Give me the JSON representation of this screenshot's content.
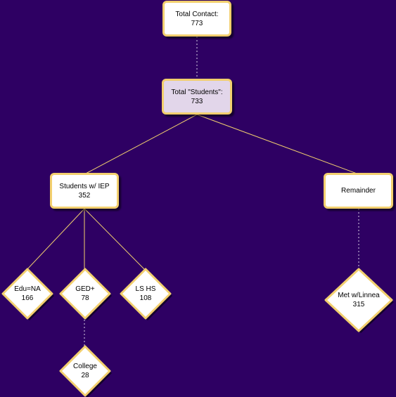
{
  "colors": {
    "background": "#2e0063",
    "node_border": "#f2cf6e",
    "node_fill": "#ffffff",
    "highlight_fill": "#e2d6ea",
    "edge": "#f2cf6e",
    "dotted_edge": "#d9d0e6"
  },
  "nodes": {
    "total_contact": {
      "label": "Total Contact:",
      "value": "773"
    },
    "total_students": {
      "label": "Total \"Students\":",
      "value": "733"
    },
    "students_iep": {
      "label": "Students w/ IEP",
      "value": "352"
    },
    "remainder": {
      "label": "Remainder"
    },
    "edu_na": {
      "label": "Edu=NA",
      "value": "166"
    },
    "ged_plus": {
      "label": "GED+",
      "value": "78"
    },
    "ls_hs": {
      "label": "LS HS",
      "value": "108"
    },
    "college": {
      "label": "College",
      "value": "28"
    },
    "met_linnea": {
      "label": "Met w/Linnea",
      "value": "315"
    }
  }
}
